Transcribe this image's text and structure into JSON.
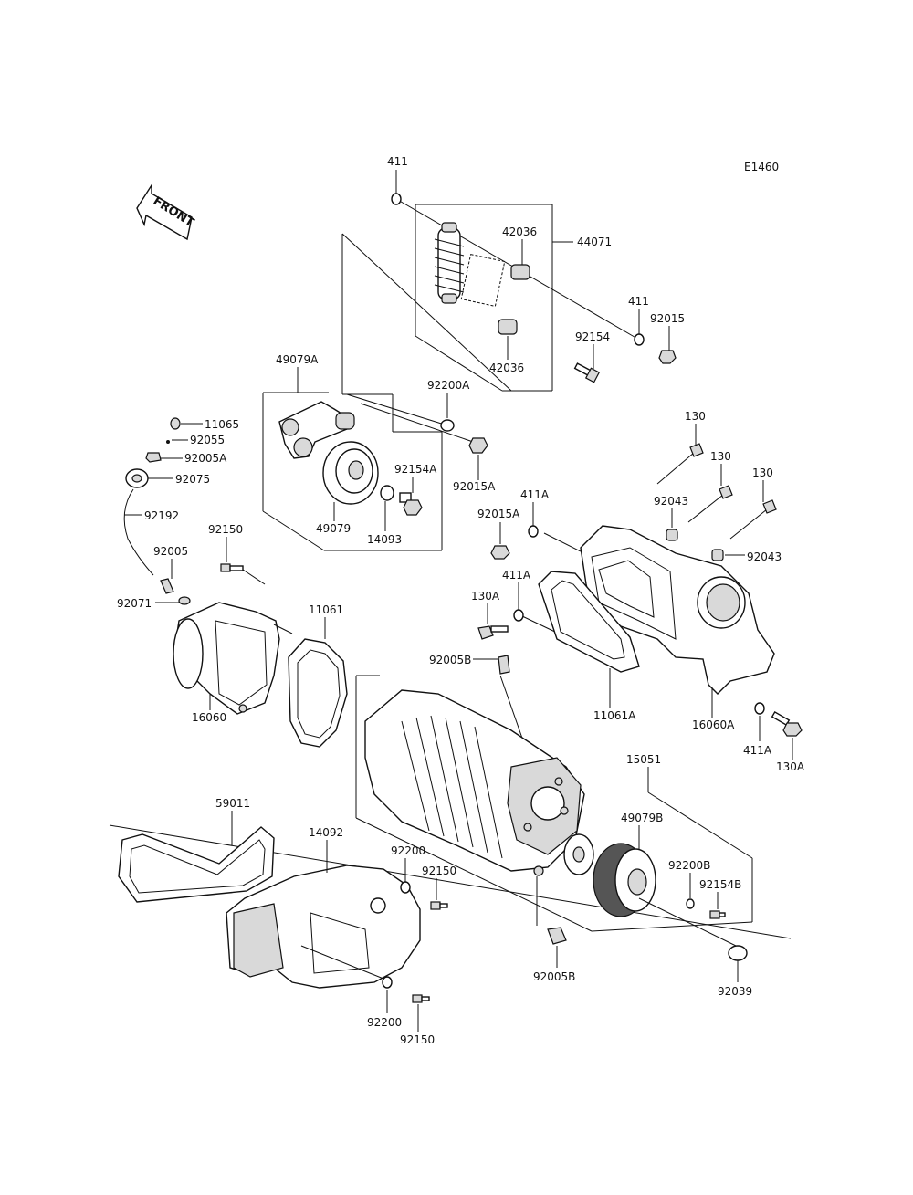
{
  "diagram_code": "E1460",
  "front_label": "FRONT",
  "labels": {
    "p411_top": "411",
    "p42036_a": "42036",
    "p44071": "44071",
    "p411_b": "411",
    "p92015": "92015",
    "p92154": "92154",
    "p42036_b": "42036",
    "p49079A": "49079A",
    "p92200A": "92200A",
    "p11065": "11065",
    "p92055": "92055",
    "p92005A": "92005A",
    "p92075": "92075",
    "p92154A": "92154A",
    "p92015A_a": "92015A",
    "p49079": "49079",
    "p14093": "14093",
    "p92192": "92192",
    "p130_a": "130",
    "p130_b": "130",
    "p130_c": "130",
    "p92043_a": "92043",
    "p411A_a": "411A",
    "p92015A_b": "92015A",
    "p92043_b": "92043",
    "p92150_a": "92150",
    "p92005": "92005",
    "p411A_b": "411A",
    "p92071": "92071",
    "p11061": "11061",
    "p130A_a": "130A",
    "p92005B_a": "92005B",
    "p11061A": "11061A",
    "p16060A": "16060A",
    "p16060": "16060",
    "p411A_c": "411A",
    "p130A_b": "130A",
    "p15051": "15051",
    "p59011": "59011",
    "p14092": "14092",
    "p49079B": "49079B",
    "p92200_a": "92200",
    "p92150_b": "92150",
    "p92200B": "92200B",
    "p92154B": "92154B",
    "p92005B_b": "92005B",
    "p92039": "92039",
    "p92200_b": "92200",
    "p92150_c": "92150"
  }
}
